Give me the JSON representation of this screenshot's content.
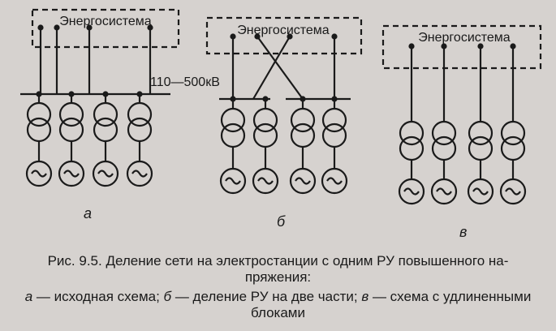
{
  "diagram": {
    "system_label": "Энергосистема",
    "voltage_label": "110—500кВ",
    "panel_a_label": "а",
    "panel_b_label": "б",
    "panel_v_label": "в"
  },
  "caption": {
    "title_line1": "Рис. 9.5. Деление сети на электростанции с одним РУ повышенного на-",
    "title_line2": "пряжения:",
    "legend_line1_a": "а",
    "legend_line1_text1": " — исходная схема; ",
    "legend_line1_b": "б",
    "legend_line1_text2": " — деление РУ на две части; ",
    "legend_line1_v": "в",
    "legend_line1_text3": " — схема с удлиненными",
    "legend_line2": "блоками"
  }
}
